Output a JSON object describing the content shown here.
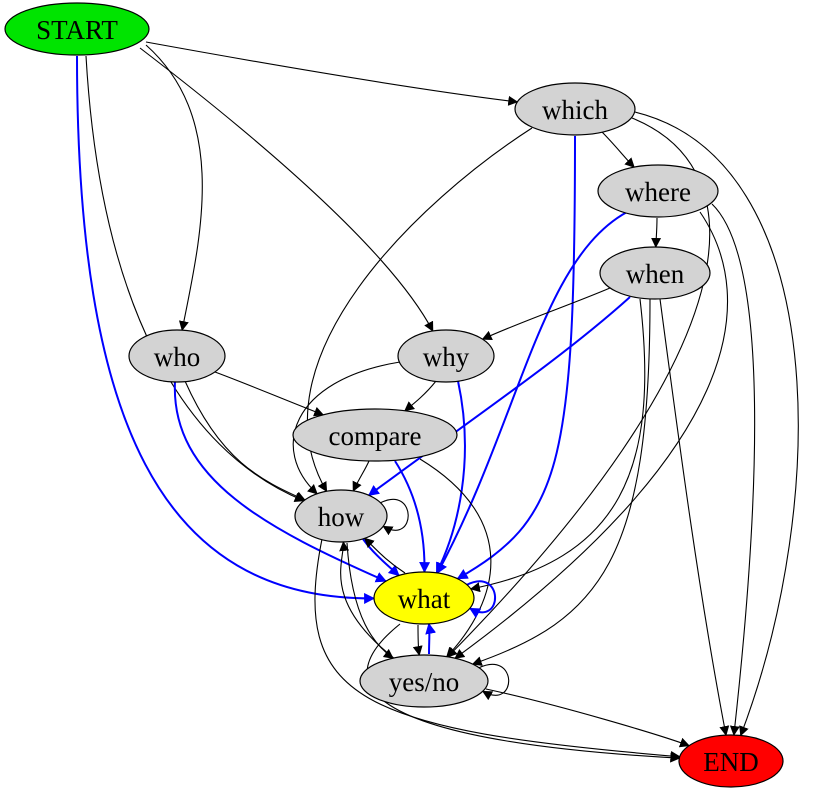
{
  "nodes": [
    {
      "id": "start",
      "label": "START",
      "fill": "#00e400"
    },
    {
      "id": "which",
      "label": "which",
      "fill": "#d3d3d3"
    },
    {
      "id": "where",
      "label": "where",
      "fill": "#d3d3d3"
    },
    {
      "id": "when",
      "label": "when",
      "fill": "#d3d3d3"
    },
    {
      "id": "who",
      "label": "who",
      "fill": "#d3d3d3"
    },
    {
      "id": "why",
      "label": "why",
      "fill": "#d3d3d3"
    },
    {
      "id": "compare",
      "label": "compare",
      "fill": "#d3d3d3"
    },
    {
      "id": "how",
      "label": "how",
      "fill": "#d3d3d3"
    },
    {
      "id": "what",
      "label": "what",
      "fill": "#ffff00"
    },
    {
      "id": "yesno",
      "label": "yes/no",
      "fill": "#d3d3d3"
    },
    {
      "id": "end",
      "label": "END",
      "fill": "#ff0000"
    }
  ],
  "edges": [
    {
      "from": "start",
      "to": "which"
    },
    {
      "from": "start",
      "to": "who"
    },
    {
      "from": "start",
      "to": "why"
    },
    {
      "from": "start",
      "to": "how"
    },
    {
      "from": "start",
      "to": "what",
      "highlight": true
    },
    {
      "from": "which",
      "to": "where"
    },
    {
      "from": "which",
      "to": "how"
    },
    {
      "from": "which",
      "to": "what",
      "highlight": true
    },
    {
      "from": "which",
      "to": "yesno"
    },
    {
      "from": "which",
      "to": "end"
    },
    {
      "from": "where",
      "to": "when"
    },
    {
      "from": "where",
      "to": "what",
      "highlight": true
    },
    {
      "from": "where",
      "to": "yesno"
    },
    {
      "from": "where",
      "to": "end"
    },
    {
      "from": "when",
      "to": "why"
    },
    {
      "from": "when",
      "to": "how",
      "highlight": true
    },
    {
      "from": "when",
      "to": "what"
    },
    {
      "from": "when",
      "to": "yesno"
    },
    {
      "from": "when",
      "to": "end"
    },
    {
      "from": "who",
      "to": "compare"
    },
    {
      "from": "who",
      "to": "how"
    },
    {
      "from": "who",
      "to": "what",
      "highlight": true
    },
    {
      "from": "why",
      "to": "compare"
    },
    {
      "from": "why",
      "to": "how"
    },
    {
      "from": "why",
      "to": "what",
      "highlight": true
    },
    {
      "from": "compare",
      "to": "how"
    },
    {
      "from": "compare",
      "to": "what",
      "highlight": true
    },
    {
      "from": "compare",
      "to": "yesno"
    },
    {
      "from": "how",
      "to": "how"
    },
    {
      "from": "how",
      "to": "what",
      "highlight": true
    },
    {
      "from": "how",
      "to": "yesno"
    },
    {
      "from": "how",
      "to": "end"
    },
    {
      "from": "what",
      "to": "what",
      "highlight": true
    },
    {
      "from": "what",
      "to": "how"
    },
    {
      "from": "what",
      "to": "yesno"
    },
    {
      "from": "what",
      "to": "end"
    },
    {
      "from": "yesno",
      "to": "yesno"
    },
    {
      "from": "yesno",
      "to": "how"
    },
    {
      "from": "yesno",
      "to": "what",
      "highlight": true
    },
    {
      "from": "yesno",
      "to": "end"
    }
  ],
  "colors": {
    "edge": "#000000",
    "highlight_edge": "#0000ff",
    "node_stroke": "#000000"
  }
}
